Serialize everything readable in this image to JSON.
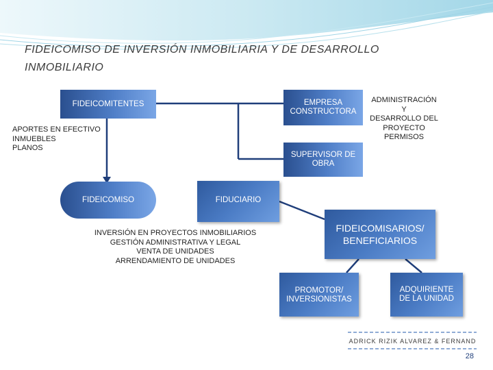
{
  "title": {
    "line1": "FIDEICOMISO DE INVERSIÓN INMOBILIARIA Y DE DESARROLLO",
    "line2": "INMOBILIARIO"
  },
  "nodes": {
    "fideicomitentes": "FIDEICOMITENTES",
    "aportes": [
      "APORTES EN EFECTIVO",
      "INMUEBLES",
      "PLANOS"
    ],
    "fideicomiso": "FIDEICOMISO",
    "fiduciario": "FIDUCIARIO",
    "inversion": [
      "INVERSIÓN EN PROYECTOS INMOBILIARIOS",
      "GESTIÓN ADMINISTRATIVA Y LEGAL",
      "VENTA DE UNIDADES",
      "ARRENDAMIENTO DE UNIDADES"
    ],
    "empresa": [
      "EMPRESA",
      "CONSTRUCTORA"
    ],
    "administracion": [
      "ADMINISTRACIÓN Y",
      "DESARROLLO DEL",
      "PROYECTO",
      "PERMISOS"
    ],
    "supervisor": [
      "SUPERVISOR DE",
      "OBRA"
    ],
    "fideicomisarios": [
      "FIDEICOMISARIOS/",
      "BENEFICIARIOS"
    ],
    "promotor": [
      "PROMOTOR/",
      "INVERSIONISTAS"
    ],
    "adquiriente": [
      "ADQUIRIENTE",
      "DE LA UNIDAD"
    ]
  },
  "logo_text": "HEADRICK RIZIK ALVAREZ & FERNANDEZ",
  "page_number": "28",
  "colors": {
    "box_dark": "#2a4f8f",
    "box_light": "#7aa6e6",
    "line": "#1f3e7a",
    "header_wave": "#9fd4e6"
  }
}
